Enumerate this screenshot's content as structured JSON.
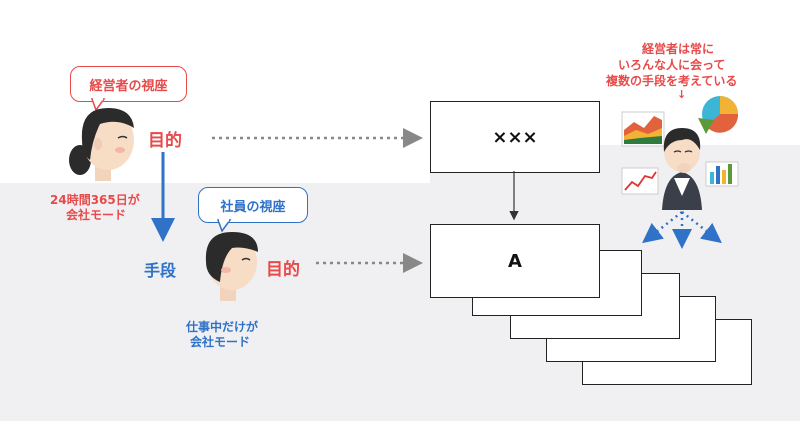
{
  "manager": {
    "callout": "経営者の視座",
    "purpose": "目的",
    "mode_line1": "24時間365日が",
    "mode_line2": "会社モード"
  },
  "employee": {
    "callout": "社員の視座",
    "purpose": "目的",
    "means": "手段",
    "mode_line1": "仕事中だけが",
    "mode_line2": "会社モード"
  },
  "boxes": {
    "top": "×××",
    "bottom": "A"
  },
  "note": {
    "line1": "経営者は常に",
    "line2": "いろんな人に会って",
    "line3": "複数の手段を考えている",
    "arrow": "↓"
  },
  "colors": {
    "red": "#e84a4a",
    "blue": "#2f72c7",
    "band": "#f0f0f2"
  }
}
